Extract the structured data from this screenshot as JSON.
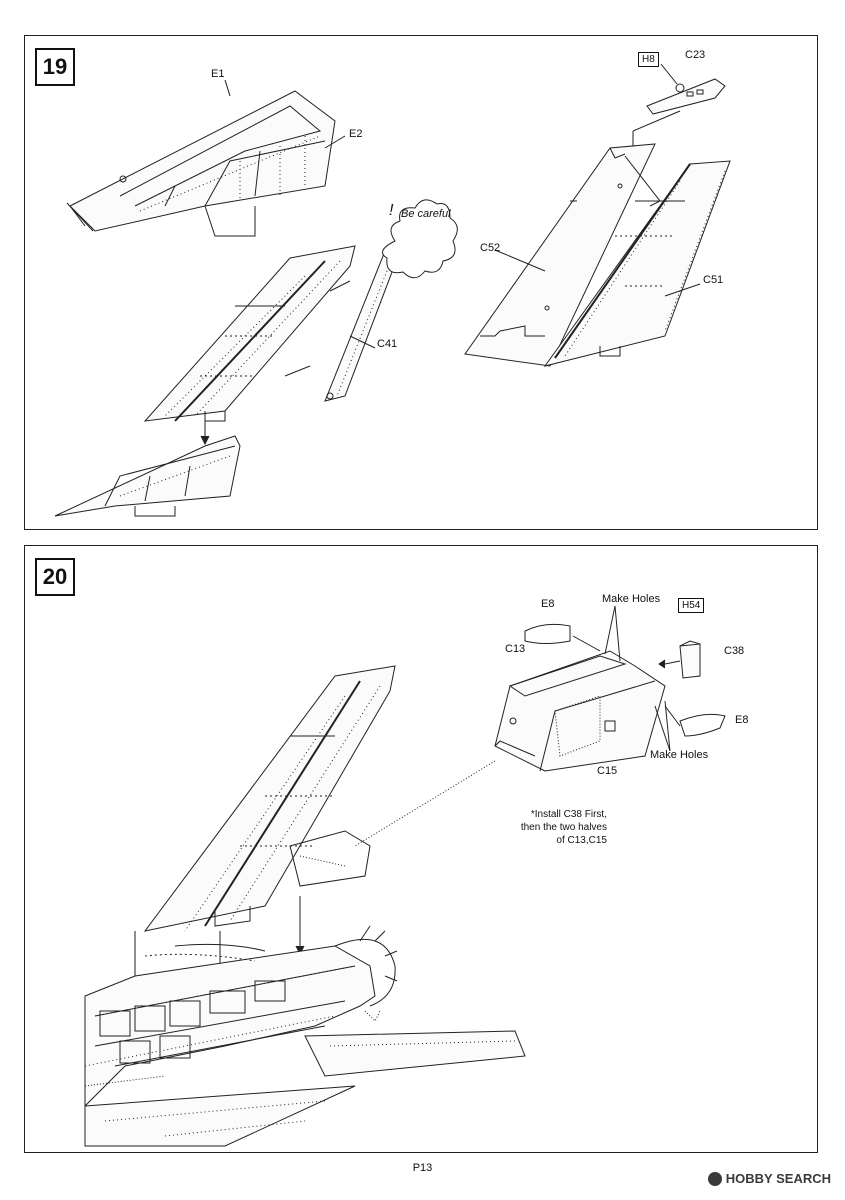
{
  "step19": {
    "number": "19",
    "parts": {
      "e1": "E1",
      "e2": "E2",
      "h8": "H8",
      "c23": "C23",
      "c52": "C52",
      "c51": "C51",
      "c41": "C41"
    },
    "caution_mark": "!",
    "caution_text": "Be careful"
  },
  "step20": {
    "number": "20",
    "parts": {
      "e8_top": "E8",
      "h54": "H54",
      "c13": "C13",
      "c38": "C38",
      "c15": "C15",
      "e8_side": "E8"
    },
    "make_holes_top": "Make Holes",
    "make_holes_bottom": "Make Holes",
    "note_line1": "*Install C38 First,",
    "note_line2": "then the two halves",
    "note_line3": "of C13,C15"
  },
  "footer": {
    "page": "P13",
    "watermark": "HOBBY SEARCH"
  }
}
